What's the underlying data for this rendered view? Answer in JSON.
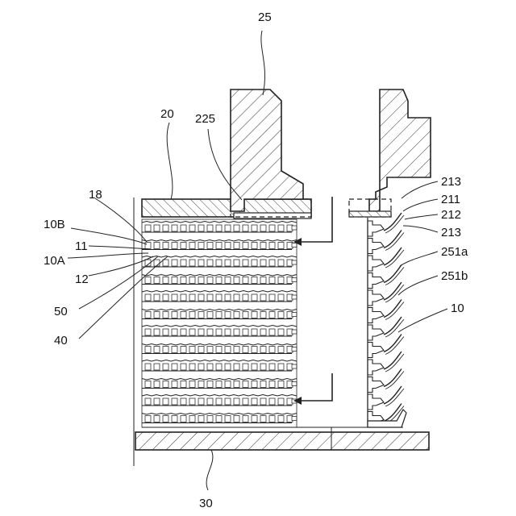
{
  "labels": {
    "l25": "25",
    "l20": "20",
    "l225": "225",
    "l18": "18",
    "l10B": "10B",
    "l11": "11",
    "l10A": "10A",
    "l12": "12",
    "l50": "50",
    "l40": "40",
    "l30": "30",
    "l213a": "213",
    "l211": "211",
    "l212": "212",
    "l213b": "213",
    "l251a": "251a",
    "l251b": "251b",
    "l10": "10"
  }
}
